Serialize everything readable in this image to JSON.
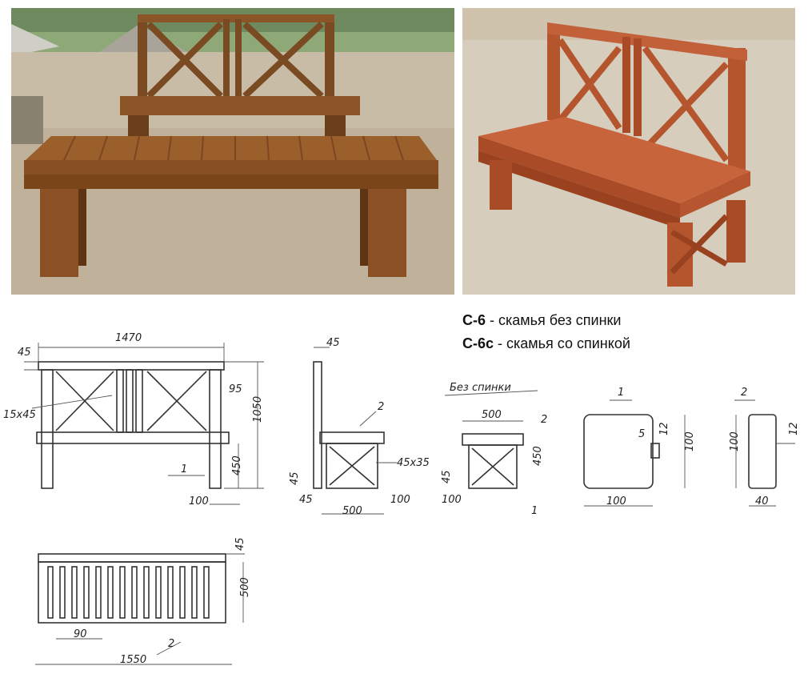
{
  "legend": {
    "line1_code": "С-6",
    "line1_text": " - скамья без спинки",
    "line2_code": "С-6с",
    "line2_text": " - скамья со спинкой"
  },
  "drawing": {
    "front_view": {
      "overall_width": "1470",
      "top_rail": "45",
      "slat_size": "15x45",
      "post_width": "95",
      "overall_height": "1050",
      "seat_height": "450",
      "post_depth": "100",
      "part_label": "1"
    },
    "side_view_back": {
      "back_thickness": "45",
      "part_label": "2",
      "frame_size": "45x35",
      "seat_thickness": "45",
      "offset": "45",
      "seat_depth": "500",
      "leg_width": "100"
    },
    "side_view_no_back": {
      "caption": "Без спинки",
      "seat_depth": "500",
      "part_label": "2",
      "height": "450",
      "seat_thickness": "45",
      "leg_width": "100",
      "leg_label": "1"
    },
    "section_1": {
      "label": "1",
      "groove_w": "5",
      "groove_h": "12",
      "height": "100",
      "width": "100"
    },
    "section_2": {
      "label": "2",
      "height": "100",
      "groove": "12",
      "width": "40"
    },
    "plan_view": {
      "rail": "45",
      "depth": "500",
      "slat_width": "90",
      "overall_length": "1550",
      "part_label": "2"
    }
  }
}
